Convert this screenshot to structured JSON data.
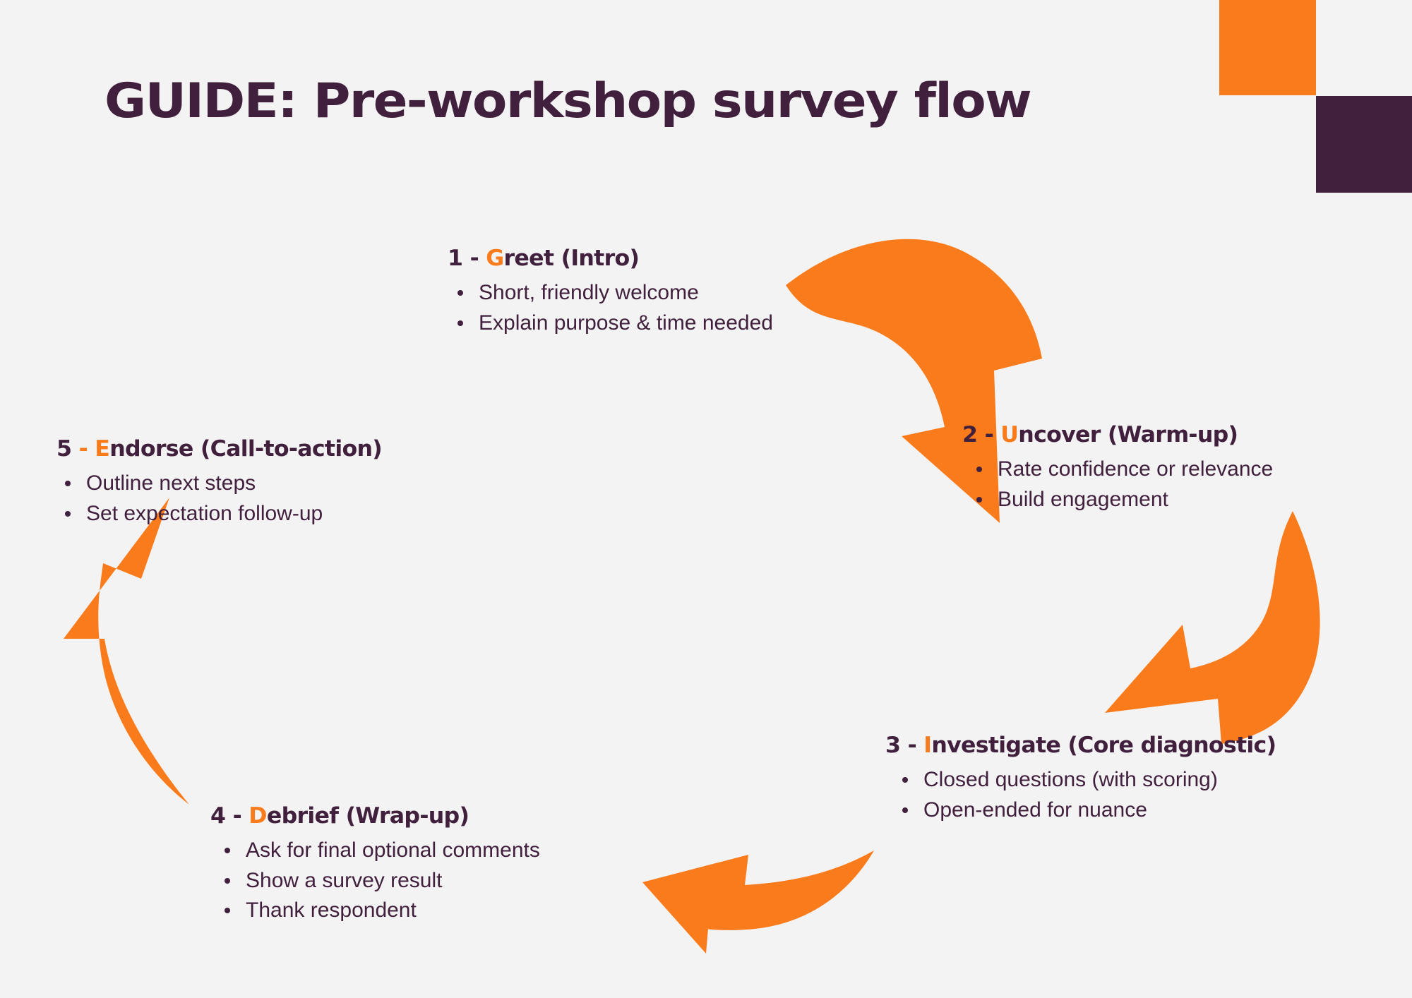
{
  "page": {
    "title": "GUIDE: Pre-workshop survey flow",
    "background_color": "#f4f3f3",
    "accent_color": "#fa7b1b",
    "text_color": "#41203e"
  },
  "decor": {
    "orange_square": "orange-square",
    "purple_square": "purple-square"
  },
  "steps": [
    {
      "id": "step-1",
      "number": "1",
      "separator": "- ",
      "accent_letter": "G",
      "title_rest": "reet (Intro)",
      "full_heading": "1 - Greet (Intro)",
      "bullets": [
        "Short, friendly welcome",
        "Explain purpose & time needed"
      ]
    },
    {
      "id": "step-2",
      "number": "2",
      "separator": "- ",
      "accent_letter": "U",
      "title_rest": "ncover (Warm-up)",
      "full_heading": "2 - Uncover (Warm-up)",
      "bullets": [
        "Rate confidence or relevance",
        "Build engagement"
      ]
    },
    {
      "id": "step-3",
      "number": "3",
      "separator": "- ",
      "accent_letter": "I",
      "title_rest": "nvestigate (Core diagnostic)",
      "full_heading": "3 - Investigate (Core diagnostic)",
      "bullets": [
        "Closed questions (with scoring)",
        "Open-ended for nuance"
      ]
    },
    {
      "id": "step-4",
      "number": "4",
      "separator": "- ",
      "accent_letter": "D",
      "title_rest": "ebrief (Wrap-up)",
      "full_heading": "4 - Debrief (Wrap-up)",
      "bullets": [
        "Ask for final optional comments",
        "Show a survey result",
        "Thank respondent"
      ]
    },
    {
      "id": "step-5",
      "number": "5",
      "separator": "- ",
      "accent_letter": "E",
      "title_rest": "ndorse (Call-to-action)",
      "full_heading": "5 - Endorse (Call-to-action)",
      "accent_separator": true,
      "bullets": [
        "Outline next steps",
        "Set expectation follow-up"
      ]
    }
  ],
  "arrows": [
    {
      "id": "arrow-1-to-2",
      "label": "curved-arrow-right-down"
    },
    {
      "id": "arrow-2-to-3",
      "label": "curved-arrow-down-left"
    },
    {
      "id": "arrow-3-to-4",
      "label": "curved-arrow-left"
    },
    {
      "id": "arrow-4-to-5",
      "label": "curved-arrow-up-left"
    }
  ]
}
